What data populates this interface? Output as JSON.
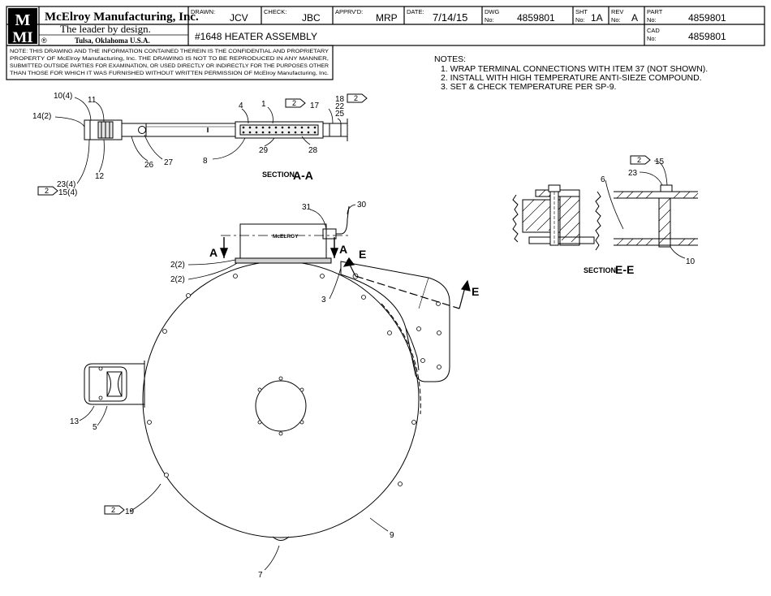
{
  "title_block": {
    "logo_top": "M",
    "logo_bottom": "MI",
    "company": "McElroy Manufacturing, Inc.",
    "slogan": "The leader by design.",
    "city": "Tulsa, Oklahoma U.S.A.",
    "registered": "®",
    "drawn_label": "DRAWN:",
    "drawn_value": "JCV",
    "check_label": "CHECK:",
    "check_value": "JBC",
    "apprvd_label": "APPRV'D:",
    "apprvd_value": "MRP",
    "date_label": "DATE:",
    "date_value": "7/14/15",
    "dwg_label_1": "DWG",
    "dwg_label_2": "No:",
    "dwg_value": "4859801",
    "sht_label_1": "SHT",
    "sht_label_2": "No:",
    "sht_value": "1A",
    "rev_label_1": "REV",
    "rev_label_2": "No:",
    "rev_value": "A",
    "part_label_1": "PART",
    "part_label_2": "No:",
    "part_value": "4859801",
    "cad_label_1": "CAD",
    "cad_label_2": "No:",
    "cad_value": "4859801",
    "assembly_title": "#1648 HEATER ASSEMBLY"
  },
  "confidential": {
    "line1": "NOTE: THIS DRAWING AND THE INFORMATION CONTAINED THEREIN IS THE CONFIDENTIAL AND PROPRIETARY",
    "line2": "PROPERTY OF McElroy Manufacturing, Inc. THE DRAWING IS NOT TO BE REPRODUCED IN ANY MANNER,",
    "line3": "SUBMITTED OUTSIDE PARTIES FOR EXAMINATION, OR USED DIRECTLY OR INDIRECTLY FOR THE PURPOSES OTHER",
    "line4": "THAN THOSE FOR WHICH IT WAS FURNISHED WITHOUT WRITTEN PERMISSION OF McElroy Manufacturing, Inc."
  },
  "notes": {
    "heading": "NOTES:",
    "items": [
      "1.  WRAP TERMINAL CONNECTIONS WITH ITEM 37 (NOT SHOWN).",
      "2.  INSTALL WITH HIGH TEMPERATURE ANTI-SIEZE COMPOUND.",
      "3.  SET & CHECK TEMPERATURE PER SP-9."
    ]
  },
  "sections": {
    "aa_prefix": "SECTION",
    "aa_name": "A-A",
    "ee_prefix": "SECTION",
    "ee_name": "E-E",
    "cut_a": "A",
    "cut_e": "E"
  },
  "note_flag": "2",
  "heater_label": "McELROY",
  "callouts": {
    "c_10_4": "10(4)",
    "c_11": "11",
    "c_14_2": "14(2)",
    "c_12": "12",
    "c_26": "26",
    "c_27": "27",
    "c_8": "8",
    "c_29": "29",
    "c_28": "28",
    "c_4": "4",
    "c_1": "1",
    "c_17": "17",
    "c_18": "18",
    "c_22": "22",
    "c_25": "25",
    "c_23_4": "23(4)",
    "c_15_4": "15(4)",
    "c_31": "31",
    "c_30": "30",
    "c_2a": "2(2)",
    "c_2b": "2(2)",
    "c_3": "3",
    "c_13": "13",
    "c_5": "5",
    "c_19": "19",
    "c_9": "9",
    "c_7": "7",
    "c_15": "15",
    "c_23": "23",
    "c_6": "6",
    "c_10": "10"
  }
}
